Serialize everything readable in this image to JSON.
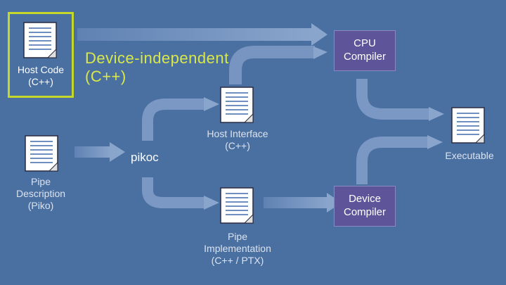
{
  "colors": {
    "background": "#4a6fa1",
    "arrow": "#7b98c4",
    "box_fill": "#5e5499",
    "highlight": "#c4d82c",
    "title_text": "#d9e84a"
  },
  "nodes": {
    "host_code": {
      "label": "Host Code\n(C++)"
    },
    "pipe_description": {
      "label": "Pipe\nDescription\n(Piko)"
    },
    "host_interface": {
      "label": "Host Interface\n(C++)"
    },
    "pipe_implementation": {
      "label": "Pipe\nImplementation\n(C++ / PTX)"
    },
    "executable": {
      "label": "Executable"
    },
    "pikoc": {
      "label": "pikoc"
    },
    "cpu_compiler": {
      "label": "CPU\nCompiler"
    },
    "device_compiler": {
      "label": "Device\nCompiler"
    }
  },
  "annotation": {
    "text": "Device-independent\n(C++)"
  },
  "icons": [
    "document-icon"
  ]
}
